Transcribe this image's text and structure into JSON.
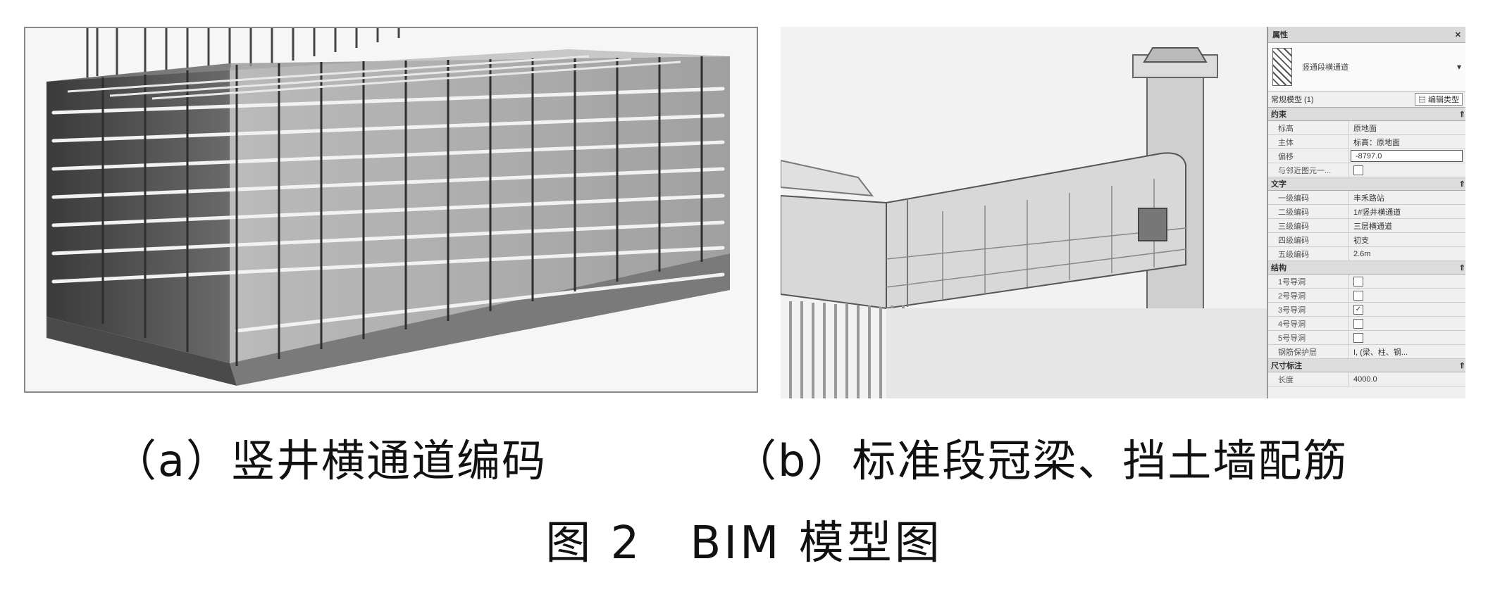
{
  "captions": {
    "a": "（a）竖井横通道编码",
    "b": "（b）标准段冠梁、挡土墙配筋",
    "figure": "图 2　BIM 模型图"
  },
  "properties_panel": {
    "title": "属性",
    "type_name": "竖通段横通道",
    "selector": "常规模型 (1)",
    "edit_type": "编辑类型",
    "groups": [
      {
        "name": "约束",
        "rows": [
          {
            "key": "标高",
            "value": "原地面"
          },
          {
            "key": "主体",
            "value": "标高：原地面"
          },
          {
            "key": "偏移",
            "value": "-8797.0"
          },
          {
            "key": "与邻近图元一...",
            "value": ""
          }
        ]
      },
      {
        "name": "文字",
        "rows": [
          {
            "key": "一级编码",
            "value": "丰禾路站"
          },
          {
            "key": "二级编码",
            "value": "1#竖井横通道"
          },
          {
            "key": "三级编码",
            "value": "三层横通道"
          },
          {
            "key": "四级编码",
            "value": "初支"
          },
          {
            "key": "五级编码",
            "value": "2.6m"
          }
        ]
      },
      {
        "name": "结构",
        "rows": [
          {
            "key": "1号导洞",
            "value": ""
          },
          {
            "key": "2号导洞",
            "value": ""
          },
          {
            "key": "3号导洞",
            "value": "✓"
          },
          {
            "key": "4号导洞",
            "value": ""
          },
          {
            "key": "5号导洞",
            "value": ""
          },
          {
            "key": "钢筋保护层",
            "value": "I, (梁、柱、钢..."
          }
        ]
      },
      {
        "name": "尺寸标注",
        "rows": [
          {
            "key": "长度",
            "value": "4000.0"
          }
        ]
      }
    ]
  }
}
